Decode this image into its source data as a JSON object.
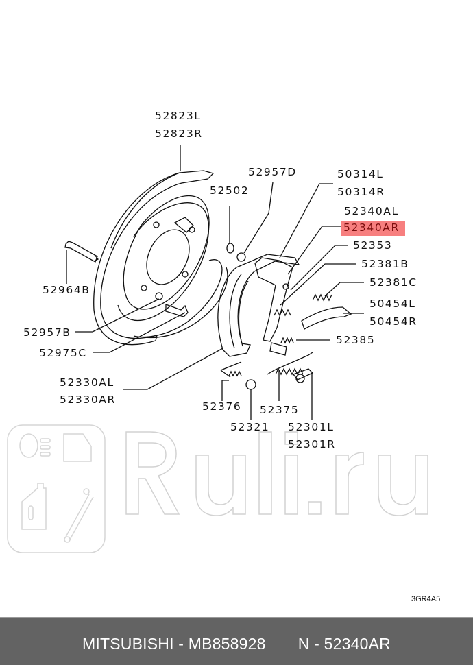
{
  "diagram": {
    "reference_code": "3GR4A5",
    "highlight_color": "#f77f7f",
    "labels": {
      "p52823L": "52823L",
      "p52823R": "52823R",
      "p52957D": "52957D",
      "p52502": "52502",
      "p50314L": "50314L",
      "p50314R": "50314R",
      "p52340AL": "52340AL",
      "p52340AR": "52340AR",
      "p52353": "52353",
      "p52381B": "52381B",
      "p52381C": "52381C",
      "p50454L": "50454L",
      "p50454R": "50454R",
      "p52385": "52385",
      "p52964B": "52964B",
      "p52957B": "52957B",
      "p52975C": "52975C",
      "p52330AL": "52330AL",
      "p52330AR": "52330AR",
      "p52376": "52376",
      "p52321": "52321",
      "p52375": "52375",
      "p52301L": "52301L",
      "p52301R": "52301R"
    },
    "highlighted_part": "52340AR"
  },
  "watermark": {
    "text": "Ruli.ru"
  },
  "footer": {
    "brand": "MITSUBISHI",
    "separator": "-",
    "part_number": "MB858928",
    "catalog_prefix": "N",
    "catalog_number": "52340AR",
    "background": "#636363"
  }
}
